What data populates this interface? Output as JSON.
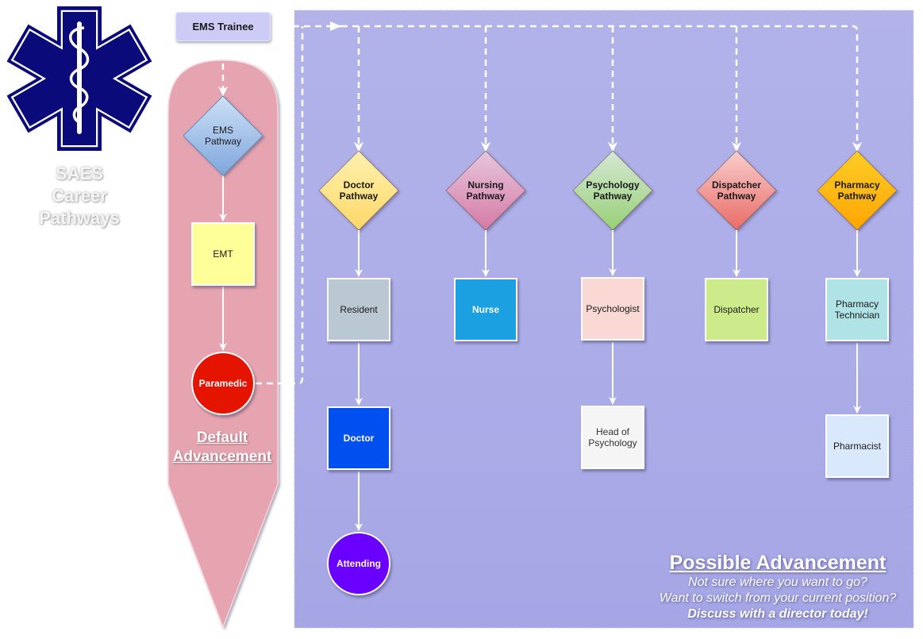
{
  "logo": {
    "icon": "star-of-life-icon",
    "title_lines": [
      "SAES",
      "Career",
      "Pathways"
    ],
    "colors": {
      "star": "#0a0a7a",
      "outline": "#ffffff"
    }
  },
  "start_node": {
    "label": "EMS Trainee",
    "color": "#ccccf7"
  },
  "default_track": {
    "label_lines": [
      "Default",
      "Advancement"
    ],
    "color": "#e6a4b0",
    "pathway": {
      "label_lines": [
        "EMS",
        "Pathway"
      ],
      "color_top": "#cde0f6",
      "color_bottom": "#7ea6dc"
    },
    "nodes": [
      {
        "label": "EMT",
        "shape": "box",
        "color": "#ffff99",
        "text_color": "#1a1a1a"
      },
      {
        "label": "Paramedic",
        "shape": "circle",
        "color": "#e51400",
        "text_color": "#ffffff"
      }
    ]
  },
  "possible_panel": {
    "heading": "Possible Advancement",
    "line1": "Not sure where you want to go?",
    "line2": "Want to switch from your current position?",
    "line3": "Discuss with a director today!",
    "color": "#a9a9e8"
  },
  "pathways": [
    {
      "label_lines": [
        "Doctor",
        "Pathway"
      ],
      "color_top": "#fff0b0",
      "color_bottom": "#ffd966",
      "nodes": [
        {
          "label": "Resident",
          "shape": "box",
          "color": "#bac8d3",
          "text_color": "#1a1a1a"
        },
        {
          "label": "Doctor",
          "shape": "box",
          "color": "#0050ef",
          "text_color": "#ffffff"
        },
        {
          "label": "Attending",
          "shape": "circle",
          "color": "#6a00ff",
          "text_color": "#ffffff"
        }
      ]
    },
    {
      "label_lines": [
        "Nursing",
        "Pathway"
      ],
      "color_top": "#e6c6dd",
      "color_bottom": "#d67aa4",
      "nodes": [
        {
          "label": "Nurse",
          "shape": "box",
          "color": "#1ba1e2",
          "text_color": "#ffffff"
        }
      ]
    },
    {
      "label_lines": [
        "Psychology",
        "Pathway"
      ],
      "color_top": "#d5e8d4",
      "color_bottom": "#97d077",
      "nodes": [
        {
          "label": "Psychologist",
          "shape": "box",
          "color": "#fad9d5",
          "text_color": "#1a1a1a"
        },
        {
          "label": "Head of Psychology",
          "shape": "box",
          "color": "#f5f5f5",
          "text_color": "#333333"
        }
      ]
    },
    {
      "label_lines": [
        "Dispatcher",
        "Pathway"
      ],
      "color_top": "#f8cecc",
      "color_bottom": "#ea6b66",
      "nodes": [
        {
          "label": "Dispatcher",
          "shape": "box",
          "color": "#cdeb8b",
          "text_color": "#1a1a1a"
        }
      ]
    },
    {
      "label_lines": [
        "Pharmacy",
        "Pathway"
      ],
      "color_top": "#ffcd28",
      "color_bottom": "#ffa500",
      "nodes": [
        {
          "label": "Pharmacy Technician",
          "shape": "box",
          "color": "#b0e3e6",
          "text_color": "#1a1a1a"
        },
        {
          "label": "Pharmacist",
          "shape": "box",
          "color": "#dae8fc",
          "text_color": "#1a1a1a"
        }
      ]
    }
  ]
}
